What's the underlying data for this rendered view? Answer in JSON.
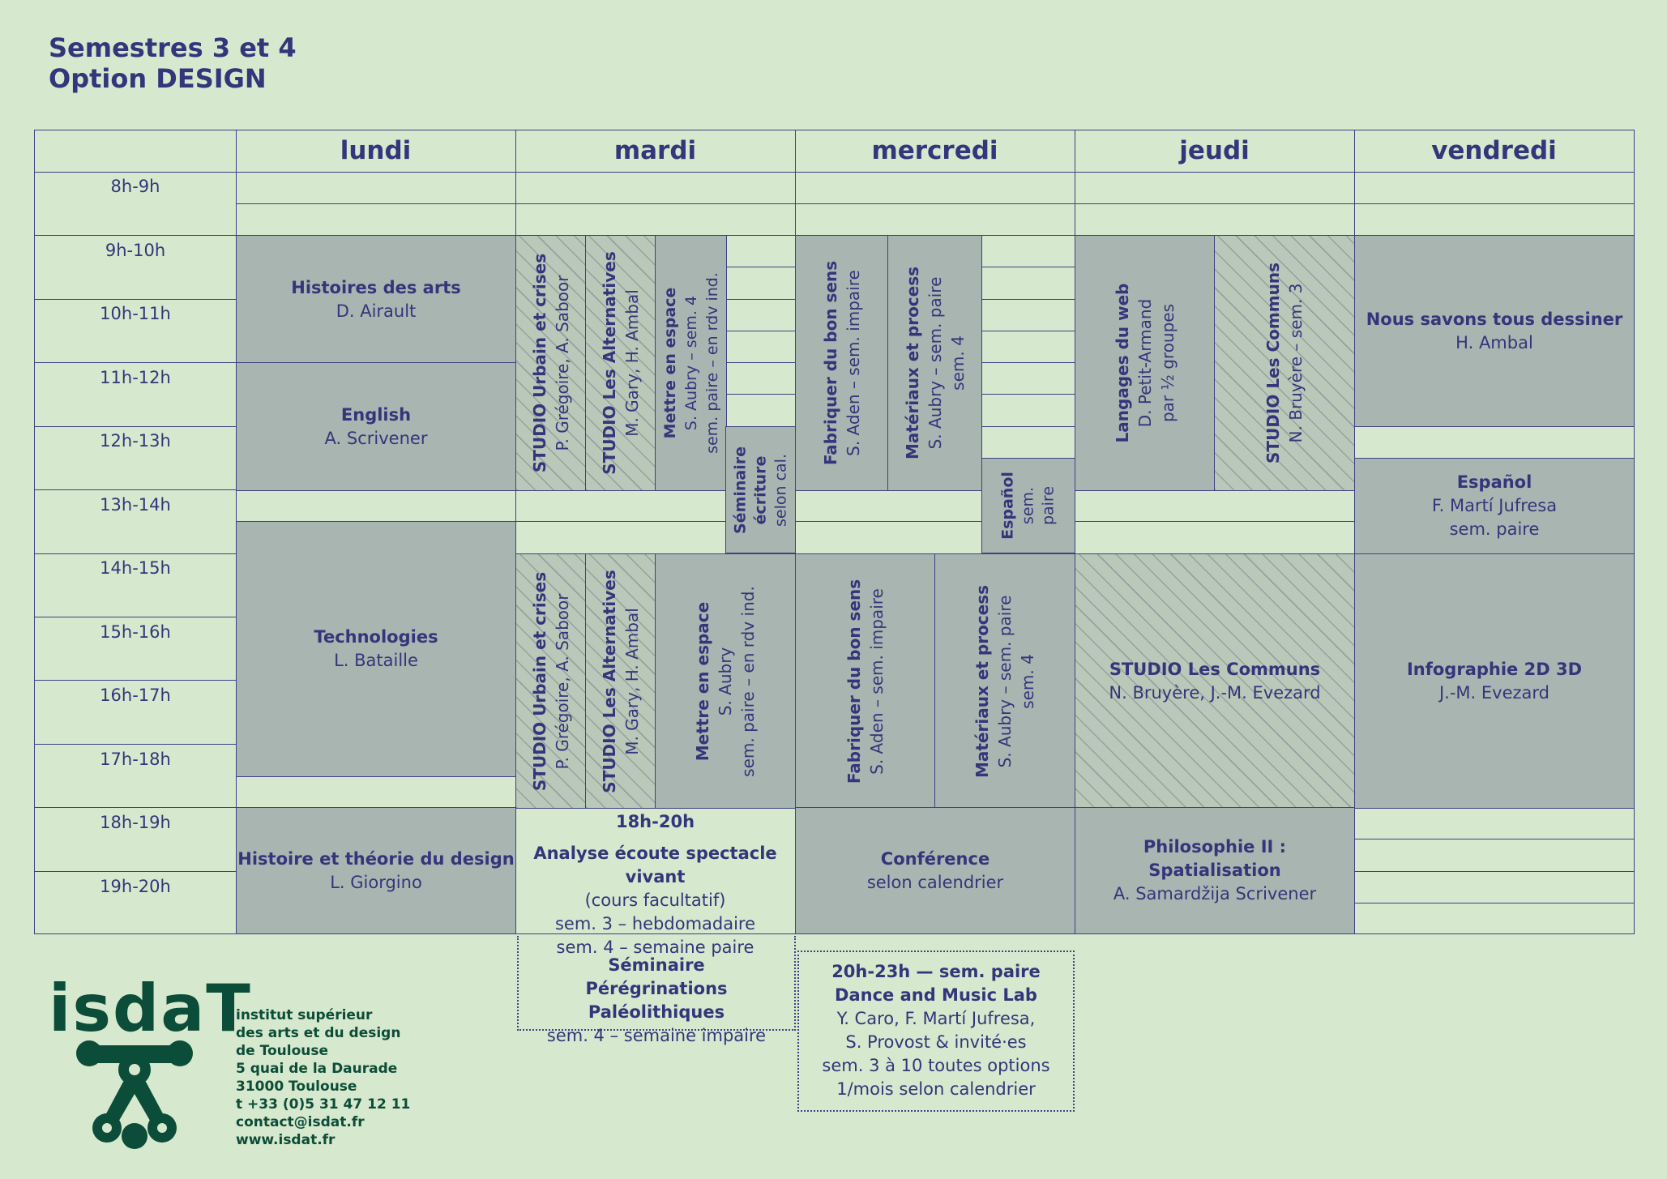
{
  "title": {
    "line1": "Semestres 3 et 4",
    "line2": "Option DESIGN"
  },
  "days": [
    "lundi",
    "mardi",
    "mercredi",
    "jeudi",
    "vendredi"
  ],
  "times": [
    "8h-9h",
    "9h-10h",
    "10h-11h",
    "11h-12h",
    "12h-13h",
    "13h-14h",
    "14h-15h",
    "15h-16h",
    "16h-17h",
    "17h-18h",
    "18h-19h",
    "19h-20h"
  ],
  "lundi": {
    "histoires": {
      "title": "Histoires des arts",
      "teacher": "D. Airault"
    },
    "english": {
      "title": "English",
      "teacher": "A. Scrivener"
    },
    "technologies": {
      "title": "Technologies",
      "teacher": "L. Bataille"
    },
    "histoire_design": {
      "title": "Histoire et théorie du design",
      "teacher": "L. Giorgino"
    }
  },
  "mardi": {
    "studio_urbain": {
      "title": "STUDIO Urbain et crises",
      "teacher": "P. Grégoire, A. Saboor"
    },
    "studio_alternatives": {
      "title": "STUDIO Les Alternatives",
      "teacher": "M. Gary, H. Ambal"
    },
    "mettre_am": {
      "title": "Mettre en espace",
      "line2": "S. Aubry – sem. 4",
      "line3": "sem. paire – en rdv ind."
    },
    "seminaire_ecriture": {
      "title1": "Séminaire",
      "title2": "écriture",
      "note": "selon cal."
    },
    "mettre_pm": {
      "title": "Mettre en espace",
      "line2": "S. Aubry",
      "line3": "sem. paire – en rdv ind."
    },
    "analyse": {
      "time": "18h-20h",
      "title": "Analyse écoute spectacle vivant",
      "l1": "(cours facultatif)",
      "l2": "sem. 3 – hebdomadaire",
      "l3": "sem. 4 – semaine paire"
    },
    "seminaire_pereg": {
      "title1": "Séminaire",
      "title2": "Pérégrinations Paléolithiques",
      "note": "sem. 4 – semaine impaire"
    }
  },
  "mercredi": {
    "fabriquer": {
      "title": "Fabriquer du bon sens",
      "teacher": "S. Aden – sem. impaire"
    },
    "materiaux": {
      "title": "Matériaux et process",
      "line2": "S. Aubry – sem. paire",
      "line3": "sem. 4"
    },
    "espanol": {
      "title": "Español",
      "l2": "sem.",
      "l3": "paire"
    },
    "conference": {
      "title": "Conférence",
      "note": "selon calendrier"
    },
    "dance": {
      "title1": "20h-23h — sem. paire",
      "title2": "Dance and Music Lab",
      "l1": "Y. Caro, F. Martí Jufresa,",
      "l2": "S. Provost & invité·es",
      "l3": "sem. 3 à 10 toutes options",
      "l4": "1/mois selon calendrier"
    }
  },
  "jeudi": {
    "langages": {
      "title": "Langages du web",
      "l2": "D. Petit-Armand",
      "l3": "par ½ groupes"
    },
    "communs_am": {
      "title": "STUDIO Les Communs",
      "teacher": "N. Bruyère – sem. 3"
    },
    "communs_pm": {
      "title": "STUDIO Les Communs",
      "teacher": "N. Bruyère, J.-M. Evezard"
    },
    "philo": {
      "title": "Philosophie II : Spatialisation",
      "teacher": "A. Samardžija Scrivener"
    }
  },
  "vendredi": {
    "dessiner": {
      "title": "Nous savons tous dessiner",
      "teacher": "H. Ambal"
    },
    "espanol": {
      "title": "Español",
      "teacher": "F. Martí Jufresa",
      "note": "sem. paire"
    },
    "infographie": {
      "title": "Infographie 2D 3D",
      "teacher": "J.-M. Evezard"
    }
  },
  "footer": {
    "logo": "isdaT",
    "address": [
      "institut supérieur",
      "des arts et du design",
      "de Toulouse",
      "5 quai de la Daurade",
      "31000 Toulouse",
      "t +33 (0)5 31 47 12 11",
      "contact@isdat.fr",
      "www.isdat.fr"
    ]
  },
  "colors": {
    "background": "#d6e8cd",
    "cell": "#a9b5b1",
    "text": "#33367a",
    "logo": "#0b4d38"
  }
}
